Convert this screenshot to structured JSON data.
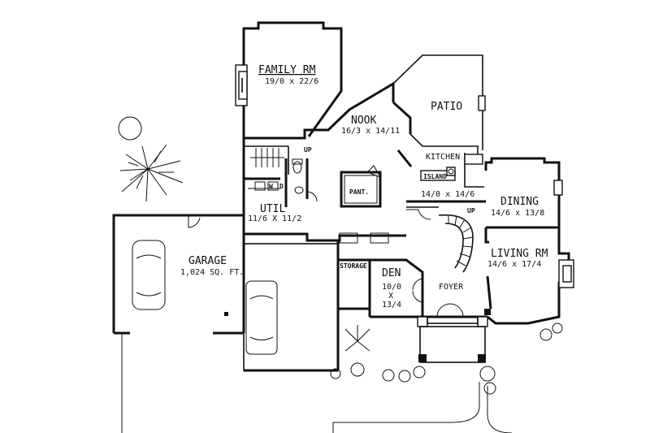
{
  "rooms": {
    "family": {
      "name": "FAMILY RM",
      "dims": "19/0 x 22/6"
    },
    "patio": {
      "name": "PATIO"
    },
    "nook": {
      "name": "NOOK",
      "dims": "16/3 x 14/11"
    },
    "kitchen": {
      "name": "KITCHEN",
      "dims": "14/0 x 14/6"
    },
    "island": {
      "name": "ISLAND"
    },
    "pantry": {
      "name": "PANT."
    },
    "util": {
      "name": "UTIL",
      "dims": "11/6 X 11/2"
    },
    "dining": {
      "name": "DINING",
      "dims": "14/6 x 13/8"
    },
    "living": {
      "name": "LIVING RM",
      "dims": "14/6 x 17/4"
    },
    "garage": {
      "name": "GARAGE",
      "dims": "1,024 SQ. FT."
    },
    "storage": {
      "name": "STORAGE"
    },
    "den": {
      "name": "DEN",
      "dims_l1": "10/0",
      "dims_l2": "X",
      "dims_l3": "13/4"
    },
    "foyer": {
      "name": "FOYER"
    }
  },
  "markers": {
    "stair_up_1": "UP",
    "stair_up_2": "UP",
    "washer": "W",
    "dryer": "D"
  }
}
